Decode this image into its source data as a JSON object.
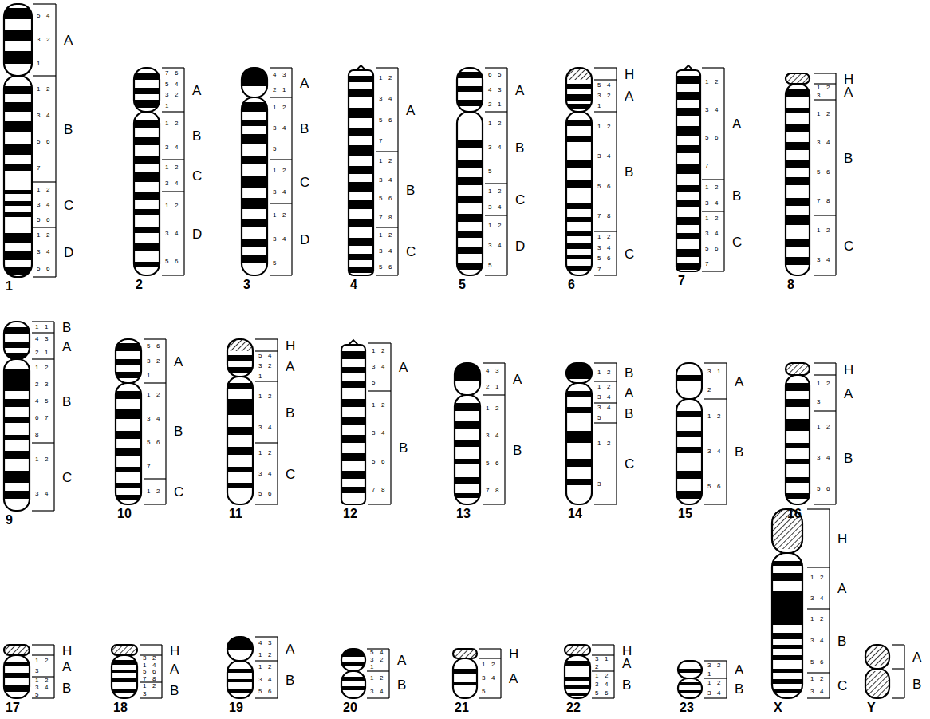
{
  "diagram": {
    "labels": [
      "A",
      "5",
      "4",
      "3",
      "2",
      "1",
      "B",
      "1",
      "2",
      "3",
      "4",
      "5",
      "6",
      "7",
      "C",
      "1",
      "2",
      "3",
      "4",
      "5",
      "6",
      "D",
      "1",
      "2",
      "3",
      "4",
      "5",
      "6",
      "1",
      "A",
      "7",
      "6",
      "5",
      "4",
      "3",
      "2",
      "1",
      "B",
      "1",
      "2",
      "3",
      "4",
      "C",
      "1",
      "2",
      "3",
      "4",
      "D",
      "1",
      "2",
      "3",
      "4",
      "5",
      "6",
      "2",
      "A",
      "4",
      "3",
      "2",
      "1",
      "B",
      "1",
      "2",
      "3",
      "4",
      "5",
      "C",
      "1",
      "2",
      "3",
      "4",
      "D",
      "1",
      "2",
      "3",
      "4",
      "5",
      "3",
      "A",
      "1",
      "2",
      "3",
      "4",
      "5",
      "6",
      "7",
      "B",
      "1",
      "2",
      "3",
      "4",
      "5",
      "6",
      "7",
      "8",
      "C",
      "1",
      "2",
      "3",
      "4",
      "5",
      "6",
      "4",
      "A",
      "6",
      "5",
      "4",
      "3",
      "2",
      "1",
      "B",
      "1",
      "2",
      "3",
      "4",
      "5",
      "C",
      "1",
      "2",
      "3",
      "4",
      "D",
      "1",
      "2",
      "3",
      "4",
      "5",
      "5",
      "H",
      "A",
      "5",
      "4",
      "3",
      "2",
      "1",
      "B",
      "1",
      "2",
      "3",
      "4",
      "5",
      "6",
      "7",
      "8",
      "C",
      "1",
      "2",
      "3",
      "4",
      "5",
      "6",
      "7",
      "6",
      "A",
      "1",
      "2",
      "3",
      "4",
      "5",
      "6",
      "7",
      "B",
      "1",
      "2",
      "3",
      "4",
      "C",
      "1",
      "2",
      "3",
      "4",
      "5",
      "6",
      "7",
      "7",
      "H",
      "A",
      "1",
      "2",
      "3",
      "B",
      "1",
      "2",
      "3",
      "4",
      "5",
      "6",
      "7",
      "8",
      "C",
      "1",
      "2",
      "3",
      "4",
      "8",
      "B",
      "1",
      "1",
      "A",
      "4",
      "3",
      "2",
      "1",
      "B",
      "1",
      "2",
      "2",
      "3",
      "4",
      "5",
      "6",
      "7",
      "8",
      "C",
      "1",
      "2",
      "3",
      "4",
      "9",
      "A",
      "5",
      "6",
      "3",
      "2",
      "1",
      "B",
      "1",
      "2",
      "3",
      "4",
      "5",
      "6",
      "7",
      "C",
      "1",
      "2",
      "10",
      "H",
      "A",
      "5",
      "4",
      "3",
      "2",
      "1",
      "B",
      "1",
      "2",
      "3",
      "4",
      "C",
      "1",
      "2",
      "3",
      "4",
      "5",
      "6",
      "11",
      "A",
      "1",
      "2",
      "3",
      "4",
      "5",
      "B",
      "1",
      "2",
      "3",
      "4",
      "5",
      "6",
      "7",
      "8",
      "12",
      "A",
      "4",
      "3",
      "2",
      "1",
      "B",
      "1",
      "2",
      "3",
      "4",
      "5",
      "6",
      "7",
      "8",
      "13",
      "B",
      "1",
      "2",
      "A",
      "1",
      "2",
      "3",
      "4",
      "B",
      "3",
      "4",
      "5",
      "C",
      "1",
      "2",
      "3",
      "14",
      "A",
      "3",
      "1",
      "2",
      "B",
      "1",
      "2",
      "3",
      "4",
      "5",
      "6",
      "15",
      "H",
      "A",
      "1",
      "2",
      "3",
      "B",
      "1",
      "2",
      "3",
      "4",
      "5",
      "6",
      "16",
      "H",
      "A",
      "1",
      "2",
      "3",
      "B",
      "1",
      "2",
      "3",
      "4",
      "5",
      "17",
      "H",
      "A",
      "3",
      "2",
      "1",
      "4",
      "5",
      "6",
      "7",
      "8",
      "B",
      "1",
      "2",
      "3",
      "18",
      "A",
      "4",
      "3",
      "1",
      "2",
      "B",
      "1",
      "2",
      "3",
      "4",
      "5",
      "6",
      "19",
      "A",
      "5",
      "4",
      "3",
      "2",
      "1",
      "B",
      "1",
      "2",
      "3",
      "4",
      "20",
      "H",
      "A",
      "1",
      "2",
      "3",
      "4",
      "5",
      "21",
      "H",
      "A",
      "3",
      "1",
      "2",
      "B",
      "1",
      "2",
      "3",
      "4",
      "5",
      "6",
      "22",
      "A",
      "3",
      "2",
      "1",
      "B",
      "1",
      "2",
      "3",
      "4",
      "23",
      "H",
      "A",
      "1",
      "2",
      "3",
      "4",
      "B",
      "1",
      "2",
      "3",
      "4",
      "5",
      "6",
      "C",
      "1",
      "2",
      "3",
      "4",
      "X",
      "A",
      "B",
      "Y"
    ]
  }
}
